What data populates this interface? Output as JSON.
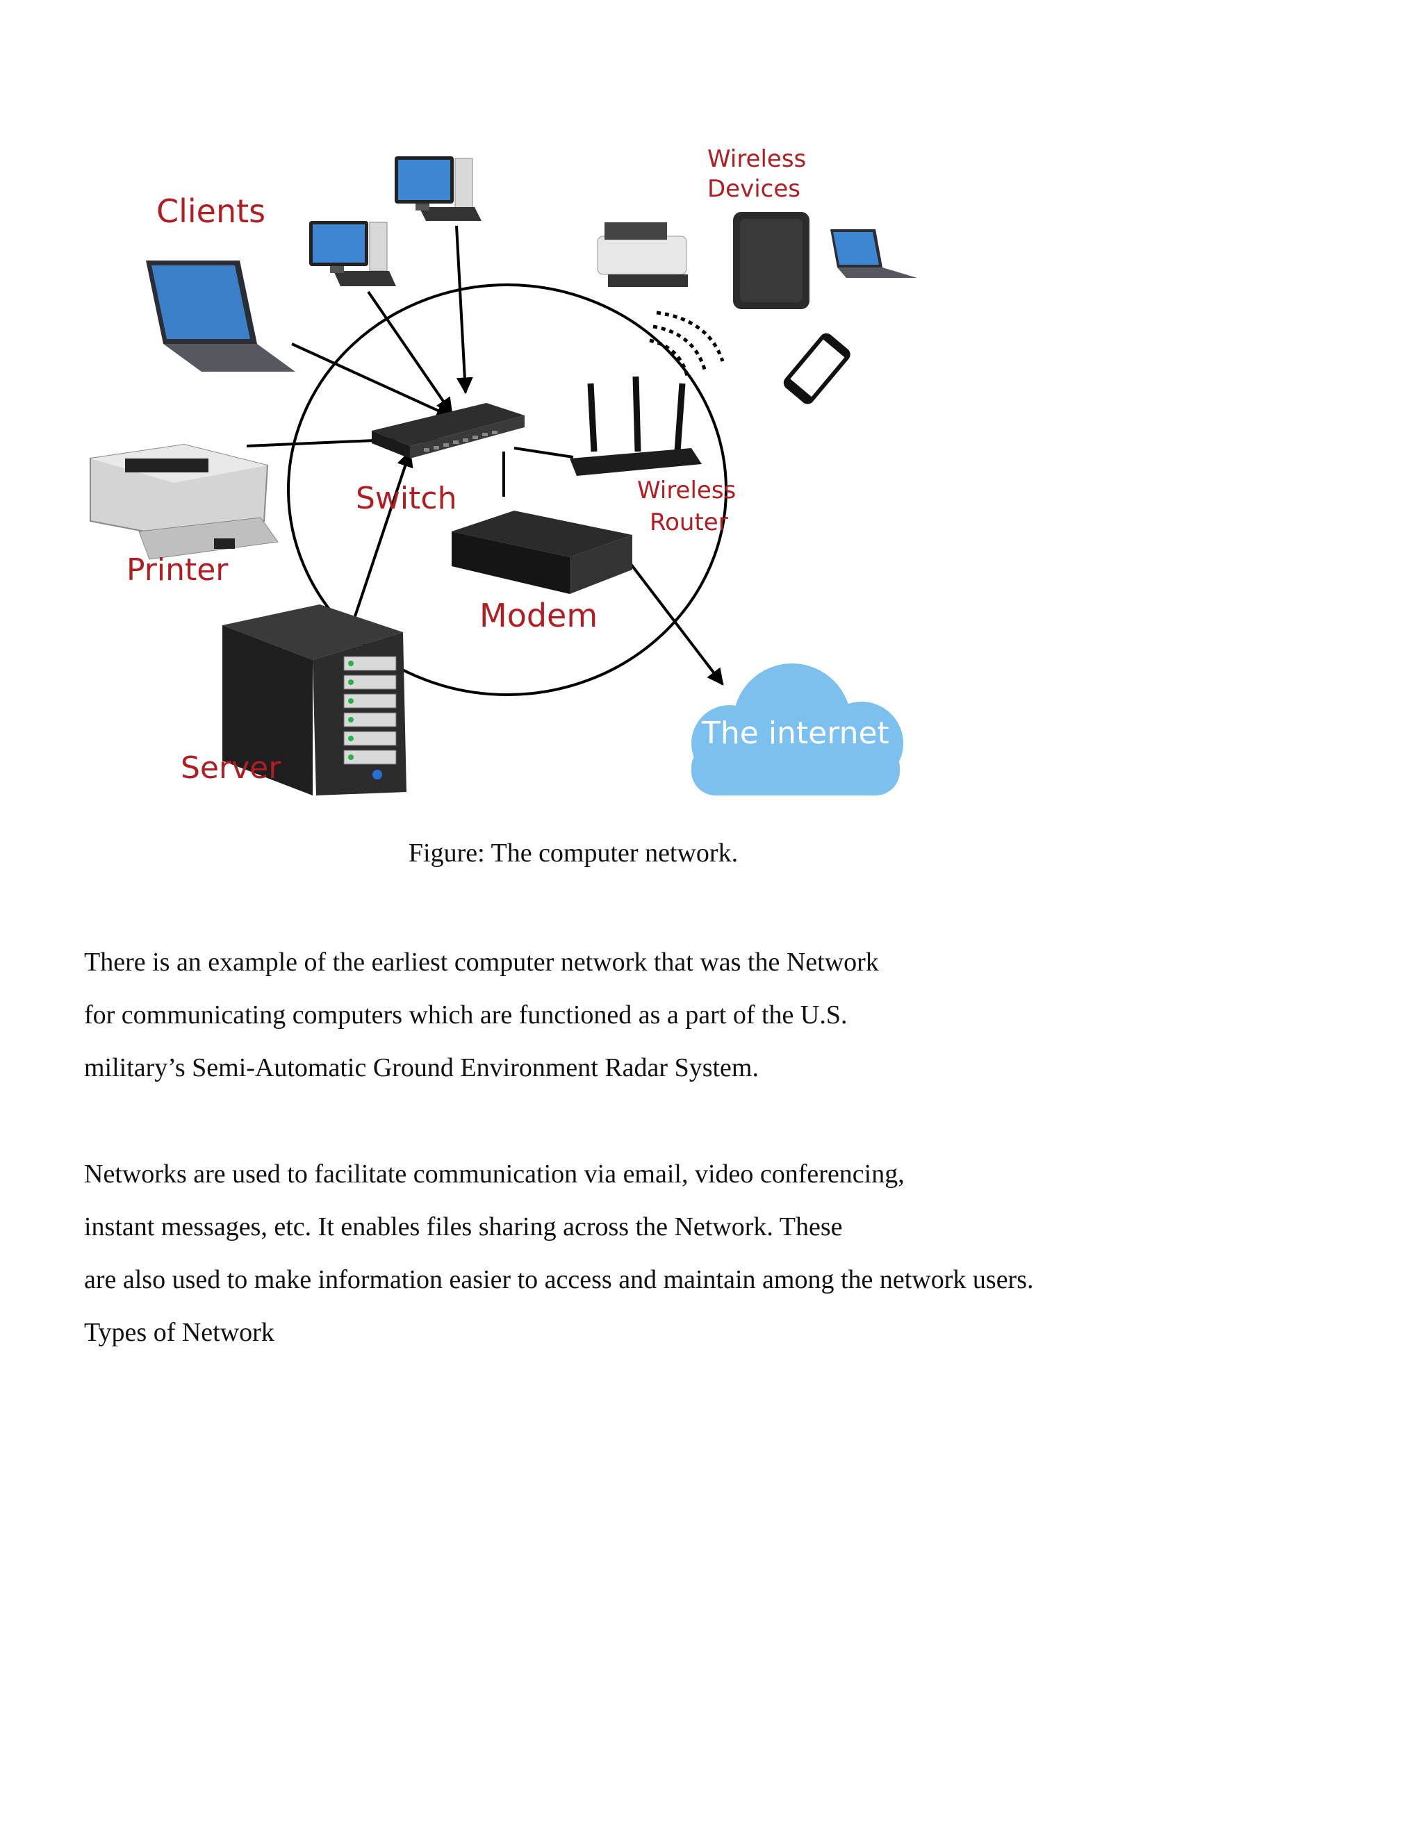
{
  "figure": {
    "labels": {
      "clients": "Clients",
      "wireless_devices_line1": "Wireless",
      "wireless_devices_line2": "Devices",
      "printer": "Printer",
      "switch": "Switch",
      "wireless_router_line1": "Wireless",
      "wireless_router_line2": "Router",
      "modem": "Modem",
      "server": "Server",
      "internet": "The internet"
    },
    "colors": {
      "label_red": "#b01e23",
      "cloud_blue": "#7cc0f0",
      "device_black": "#1a1a1a",
      "arrow_black": "#000000"
    }
  },
  "caption": "Figure: The computer network.",
  "paragraph1": [
    "There is an example of the earliest computer network that was the Network",
    "for communicating computers which are functioned as a part of the U.S.",
    "military’s Semi-Automatic Ground Environment Radar System."
  ],
  "paragraph2": [
    "Networks are used to facilitate communication via email, video conferencing,",
    "instant messages, etc. It enables files sharing across the Network. These",
    "are also used to make information easier to access and maintain among the network users.",
    "Types of Network"
  ]
}
